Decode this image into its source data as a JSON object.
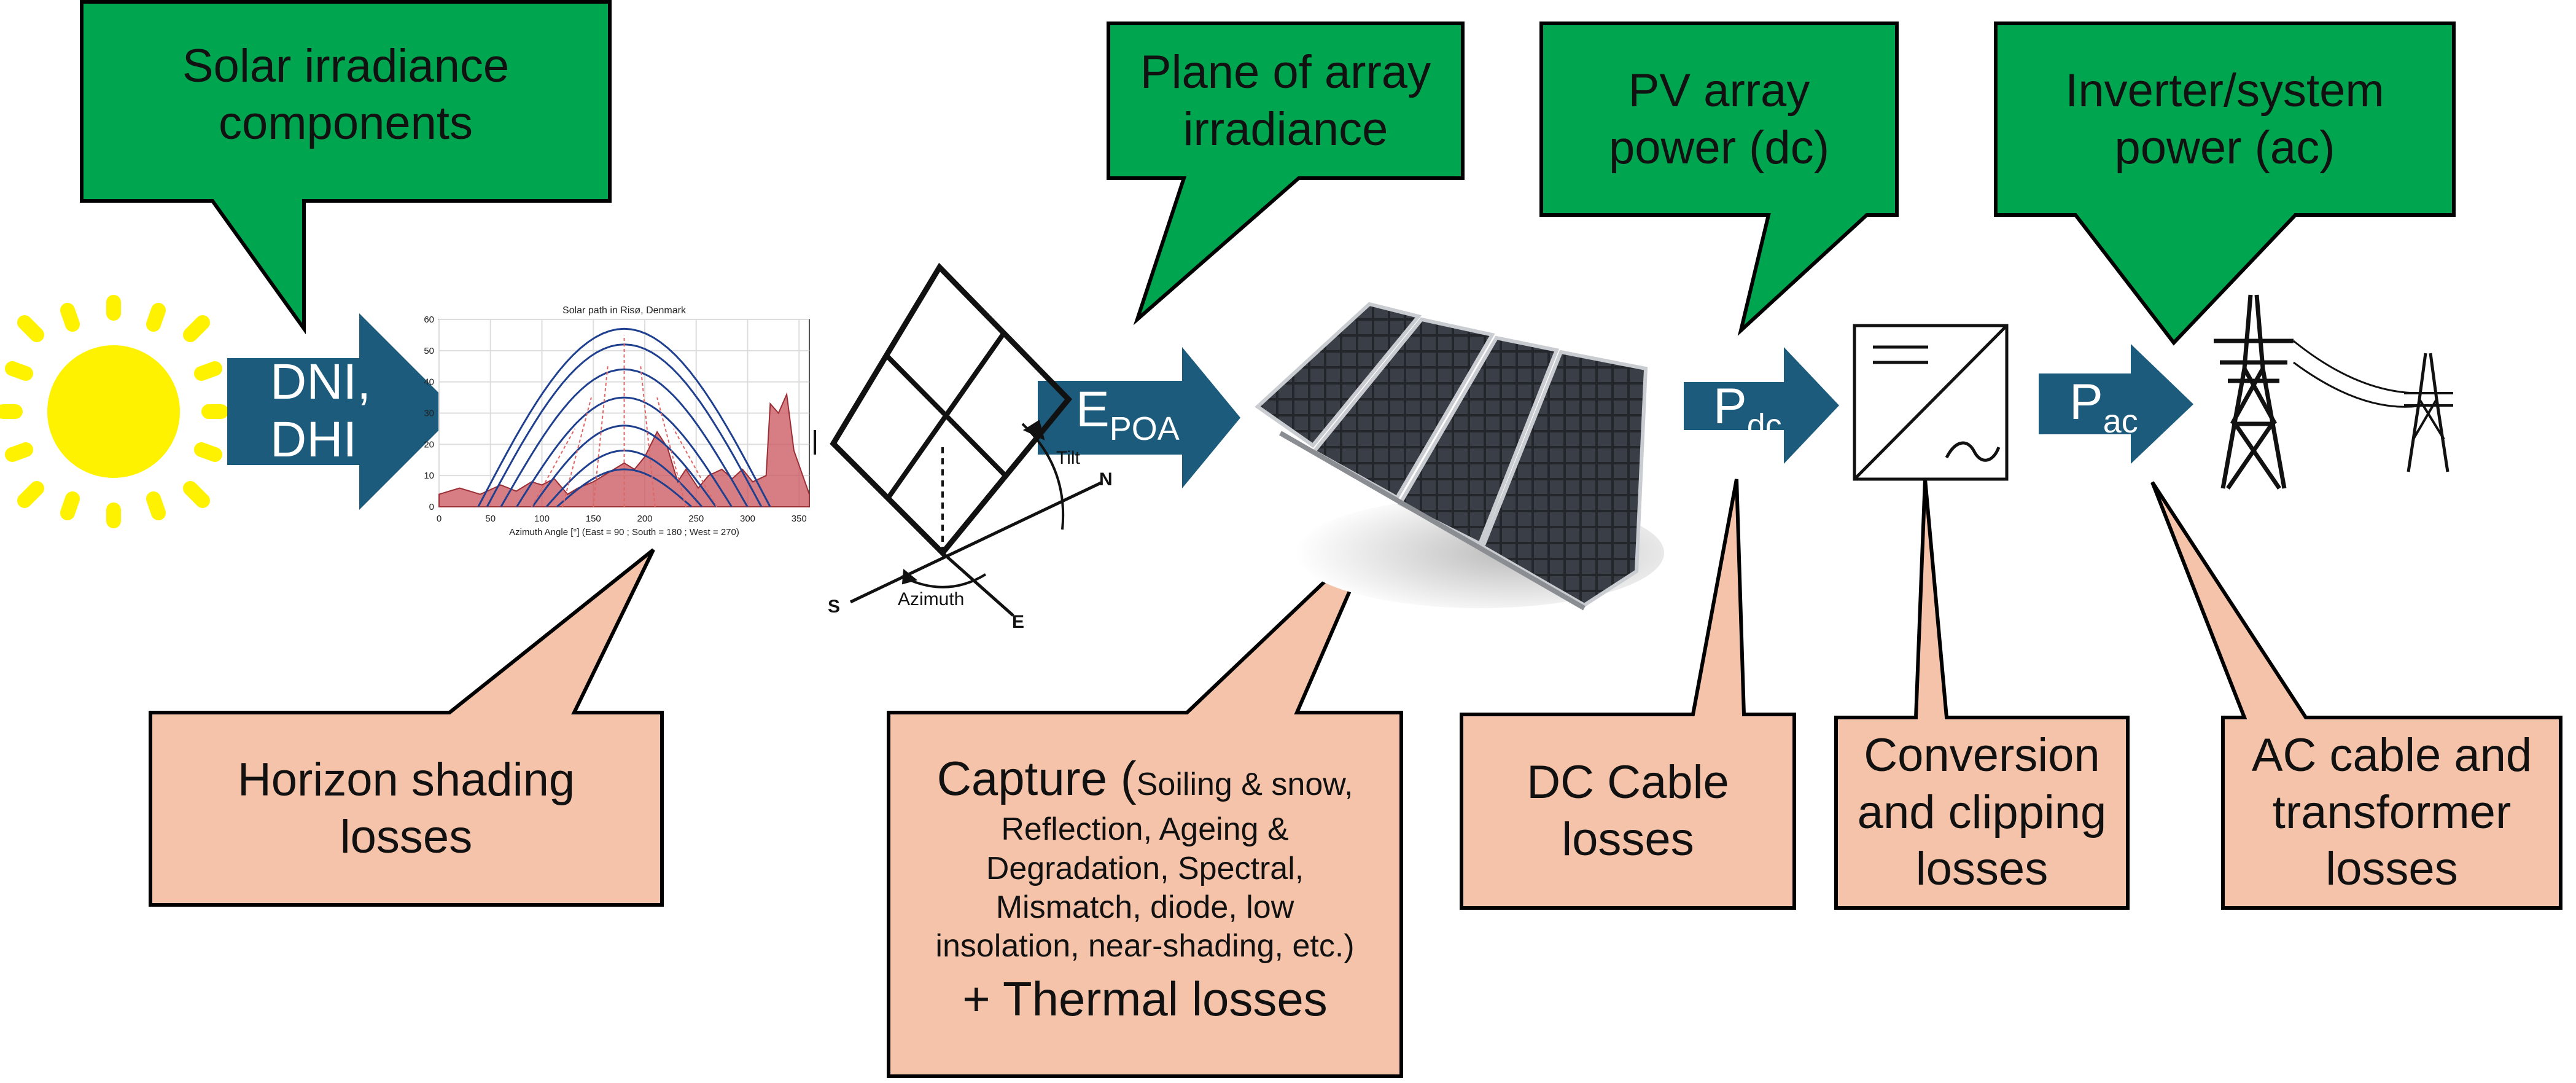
{
  "colors": {
    "green_callout": "#00A54F",
    "salmon_callout": "#F4C3A9",
    "arrow_blue": "#1C5B7C",
    "sun_yellow": "#FFF200",
    "shade_red": "#C8535A"
  },
  "top_callouts": {
    "irradiance_components": [
      "Solar irradiance",
      "components"
    ],
    "plane_of_array": [
      "Plane of array",
      "irradiance"
    ],
    "pv_array_power": [
      "PV array",
      "power (dc)"
    ],
    "inverter_power": [
      "Inverter/system",
      "power (ac)"
    ]
  },
  "bottom_callouts": {
    "horizon_shading": [
      "Horizon shading",
      "losses"
    ],
    "capture": {
      "head": "Capture (",
      "head_small": "Soiling & snow,",
      "detail_lines": [
        "Reflection, Ageing &",
        "Degradation, Spectral,",
        "Mismatch, diode, low",
        "insolation, near-shading, etc.)"
      ],
      "thermal": "+ Thermal losses"
    },
    "dc_cable": [
      "DC Cable",
      "losses"
    ],
    "conversion": [
      "Conversion",
      "and clipping",
      "losses"
    ],
    "ac_cable": [
      "AC cable and",
      "transformer",
      "losses"
    ]
  },
  "arrows": {
    "dni_dhi": [
      "DNI,",
      "DHI"
    ],
    "epoa": {
      "main": "E",
      "sub": "POA"
    },
    "pdc": {
      "main": "P",
      "sub": "dc"
    },
    "pac": {
      "main": "P",
      "sub": "ac"
    }
  },
  "geometry_labels": {
    "tilt": "Tilt",
    "azimuth": "Azimuth",
    "north": "N",
    "south": "S",
    "east": "E"
  },
  "chart_data": {
    "type": "line",
    "title": "Solar path in Risø, Denmark",
    "xlabel": "Azimuth Angle [°] (East = 90 ; South = 180 ; West = 270)",
    "ylabel": "",
    "xlim": [
      0,
      360
    ],
    "ylim": [
      0,
      60
    ],
    "xticks": [
      "0",
      "50",
      "100",
      "150",
      "200",
      "250",
      "300",
      "350"
    ],
    "yticks": [
      "0",
      "10",
      "20",
      "30",
      "40",
      "50",
      "60"
    ],
    "grid": true,
    "sun_path_max_elevations": [
      57,
      52,
      44,
      35,
      26,
      18,
      12
    ],
    "horizon_profile": {
      "azimuth": [
        0,
        20,
        40,
        60,
        75,
        90,
        100,
        112,
        125,
        135,
        150,
        160,
        170,
        180,
        190,
        200,
        212,
        222,
        232,
        240,
        252,
        262,
        275,
        285,
        295,
        305,
        318,
        322,
        330,
        338,
        345,
        360
      ],
      "elevation": [
        4,
        6,
        4,
        7,
        5,
        8,
        7,
        9,
        4,
        6,
        8,
        10,
        12,
        14,
        12,
        16,
        24,
        19,
        8,
        12,
        6,
        10,
        12,
        9,
        12,
        8,
        10,
        33,
        30,
        36,
        18,
        4
      ]
    }
  }
}
